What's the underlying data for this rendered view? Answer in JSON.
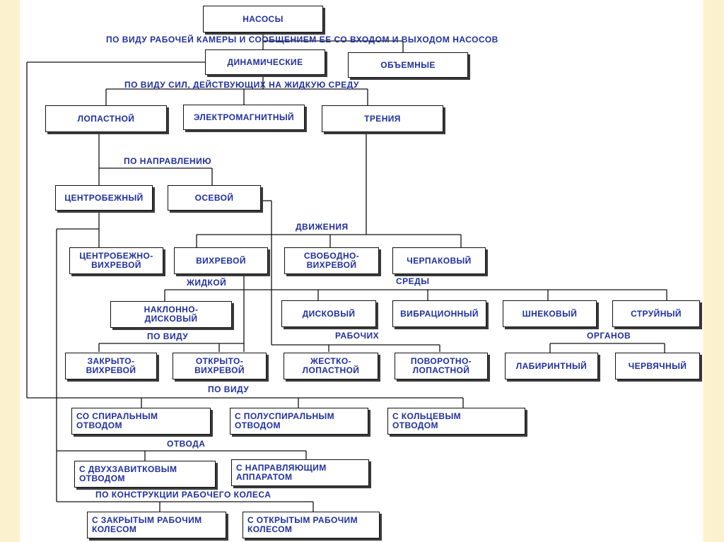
{
  "boxes": {
    "nasosy": "НАСОСЫ",
    "dinamicheskie": "ДИНАМИЧЕСКИЕ",
    "obemnye": "ОБЪЕМНЫЕ",
    "lopastnoy": "ЛОПАСТНОЙ",
    "elektromagnitny": "ЭЛЕКТРОМАГНИТНЫЙ",
    "treniya": "ТРЕНИЯ",
    "tsentrobezhny": "ЦЕНТРОБЕЖНЫЙ",
    "osevoy": "ОСЕВОЙ",
    "tsentrobezhno_vikhrevoy": "ЦЕНТРОБЕЖНО-\nВИХРЕВОЙ",
    "vikhrevoy": "ВИХРЕВОЙ",
    "svobodno_vikhrevoy": "СВОБОДНО-\nВИХРЕВОЙ",
    "cherpakovy": "ЧЕРПАКОВЫЙ",
    "naklonno_diskovy": "НАКЛОННО-\nДИСКОВЫЙ",
    "diskovy": "ДИСКОВЫЙ",
    "vibratsionny": "ВИБРАЦИОННЫЙ",
    "shnekovy": "ШНЕКОВЫЙ",
    "struyny": "СТРУЙНЫЙ",
    "zakryto_vikhrevoy": "ЗАКРЫТО-\nВИХРЕВОЙ",
    "otkryto_vikhrevoy": "ОТКРЫТО-\nВИХРЕВОЙ",
    "zhestko_lopastnoy": "ЖЕСТКО-\nЛОПАСТНОЙ",
    "povorotno_lopastnoy": "ПОВОРОТНО-\nЛОПАСТНОЙ",
    "labirintny": "ЛАБИРИНТНЫЙ",
    "chervyachny": "ЧЕРВЯЧНЫЙ",
    "so_spiralnym": "СО СПИРАЛЬНЫМ\nОТВОДОМ",
    "s_poluspiralnym": "С ПОЛУСПИРАЛЬНЫМ\nОТВОДОМ",
    "s_koltsevym": "С КОЛЬЦЕВЫМ\nОТВОДОМ",
    "s_dvukhzavitkovym": "С ДВУХЗАВИТКОВЫМ\nОТВОДОМ",
    "s_napravlyayushchim": "С НАПРАВЛЯЮЩИМ\nАППАРАТОМ",
    "s_zakrytym": "С ЗАКРЫТЫМ РАБОЧИМ\nКОЛЕСОМ",
    "s_otkrytym": "С ОТКРЫТЫМ РАБОЧИМ\nКОЛЕСОМ"
  },
  "labels": {
    "po_vidu_kamery": "ПО ВИДУ РАБОЧЕЙ КАМЕРЫ И СООБЩЕНИЕМ ЕЕ СО ВХОДОМ И ВЫХОДОМ НАСОСОВ",
    "po_vidu_sil": "ПО ВИДУ СИЛ, ДЕЙСТВУЮЩИХ НА ЖИДКУЮ СРЕДУ",
    "po_napravleniyu": "ПО НАПРАВЛЕНИЮ",
    "dvizheniya": "ДВИЖЕНИЯ",
    "zhidkoy": "ЖИДКОЙ",
    "sredy": "СРЕДЫ",
    "po_vidu_1": "ПО ВИДУ",
    "rabochikh": "РАБОЧИХ",
    "organov": "ОРГАНОВ",
    "po_vidu_2": "ПО ВИДУ",
    "otvoda": "ОТВОДА",
    "po_konstruktsii": "ПО КОНСТРУКЦИИ РАБОЧЕГО КОЛЕСА"
  },
  "colors": {
    "text": "#1f2fa0",
    "line": "#111111",
    "background_stripe": "#fbf1cf"
  }
}
